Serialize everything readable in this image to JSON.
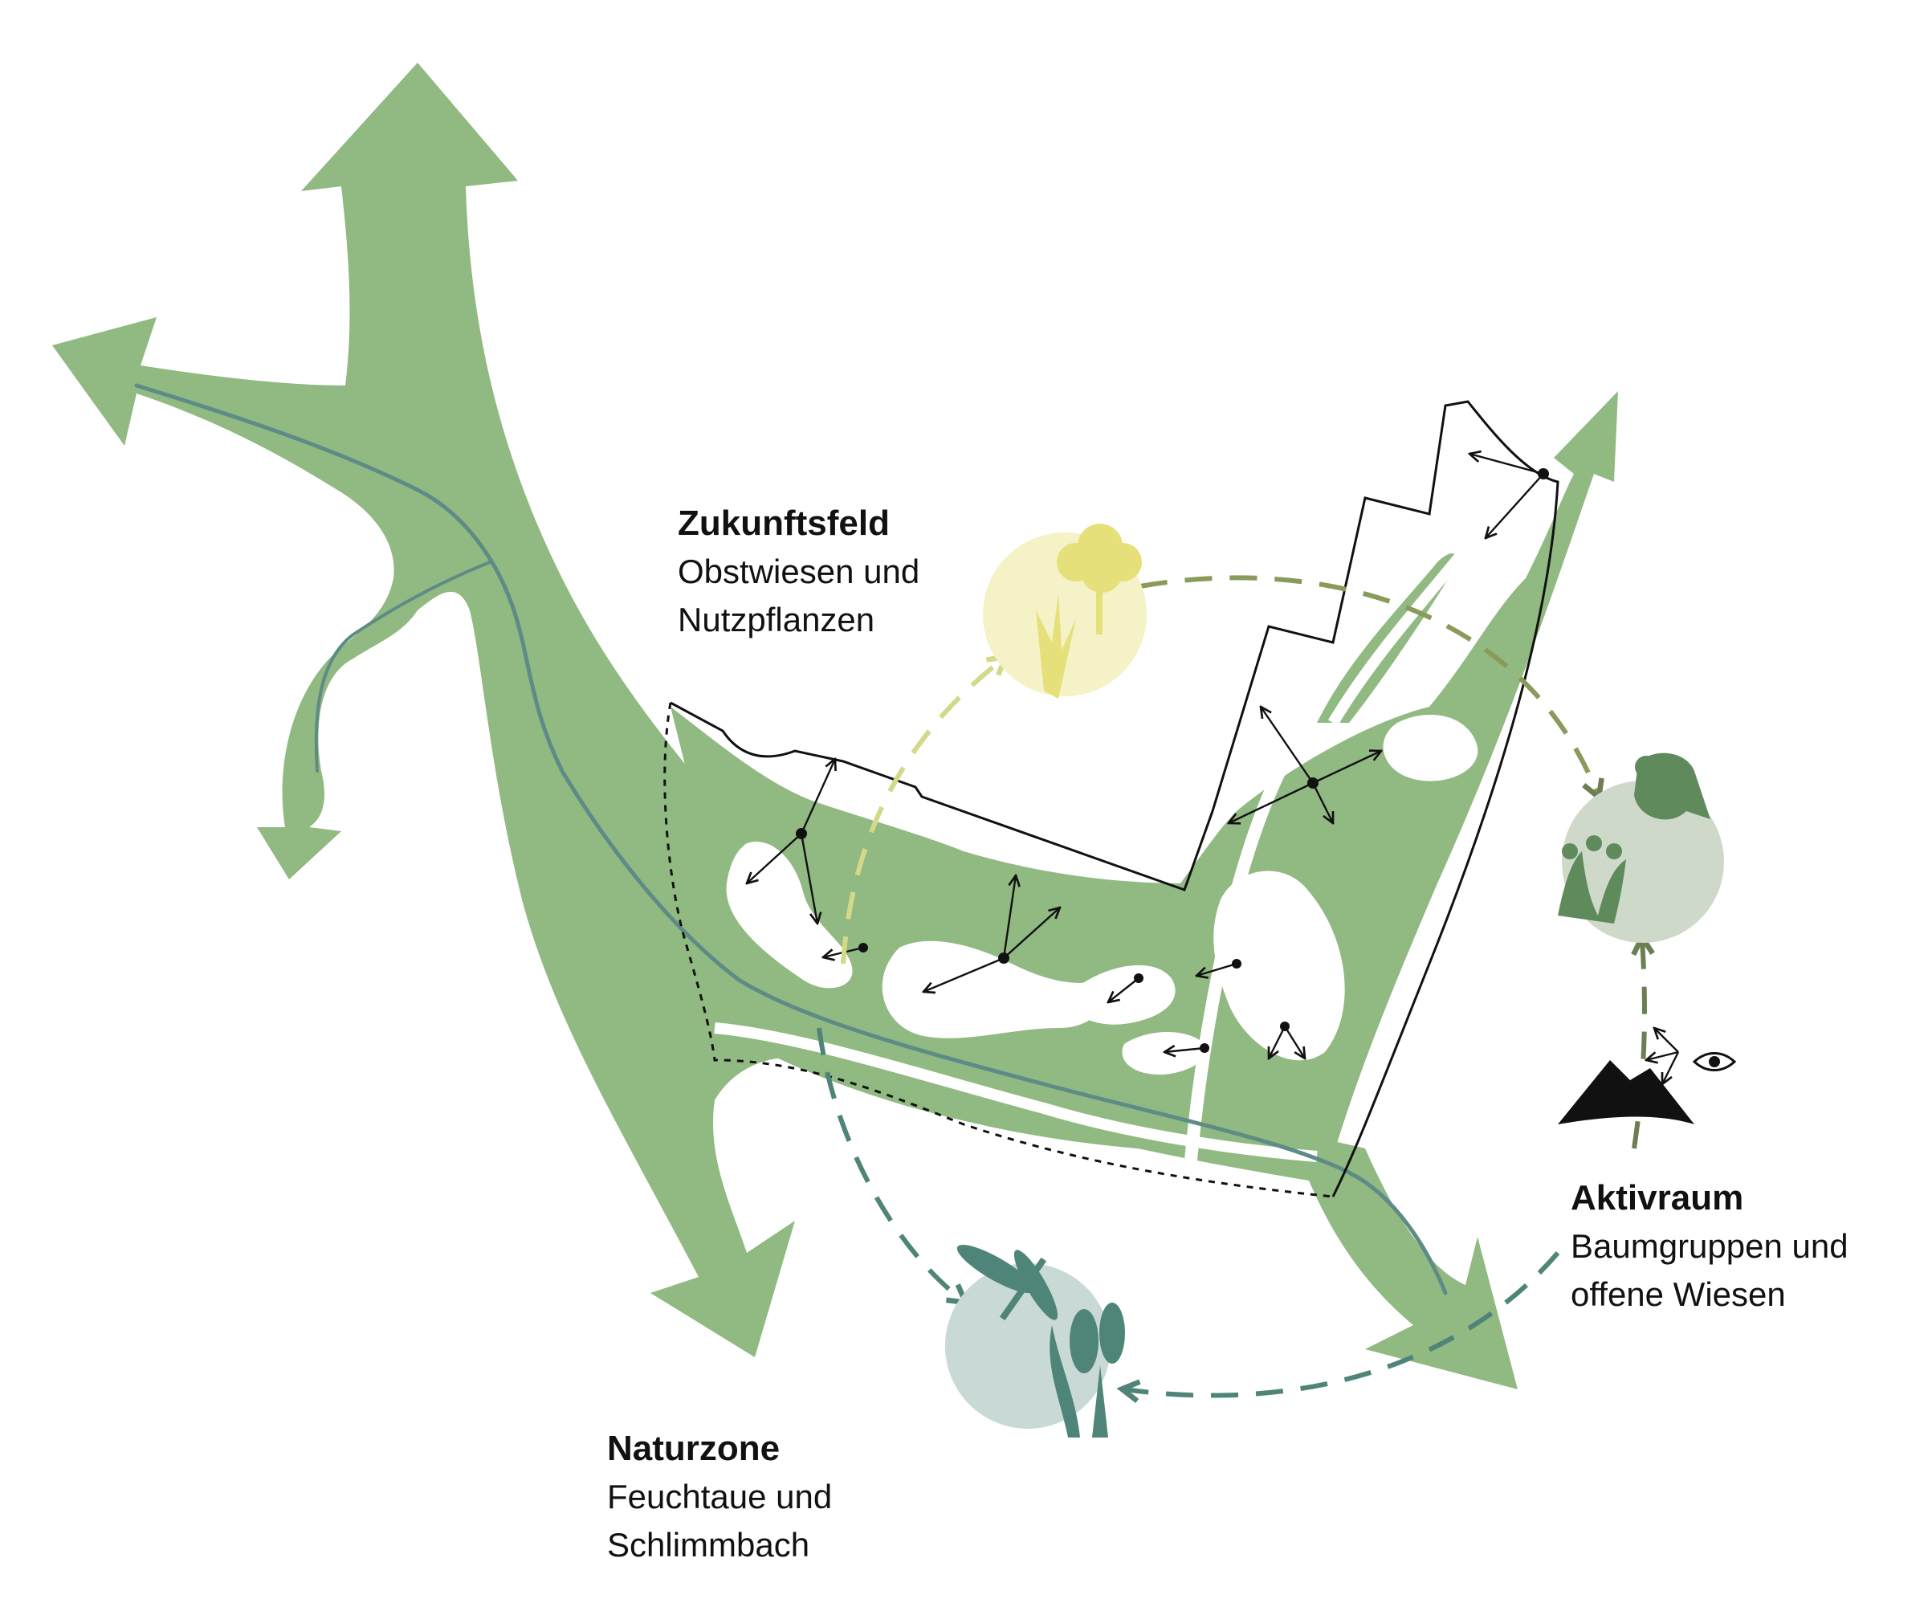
{
  "colors": {
    "green": "#91b982",
    "river": "#5f8b86",
    "outline": "#111111",
    "yellow_accent": "#d4d98a",
    "teal_accent": "#4f8578",
    "olive_dash": "#8a9a5a",
    "bg": "#ffffff"
  },
  "zones": {
    "zukunftsfeld": {
      "title": "Zukunftsfeld",
      "line1": "Obstwiesen und",
      "line2": "Nutzpflanzen",
      "circle_color": "#f4f2c6",
      "icon": "tree-and-plants-icon"
    },
    "naturzone": {
      "title": "Naturzone",
      "line1": "Feuchtaue und",
      "line2": "Schlimmbach",
      "circle_color": "#c9d9d6",
      "icon": "dragonfly-and-reeds-icon"
    },
    "aktivraum": {
      "title": "Aktivraum",
      "line1": "Baumgruppen und",
      "line2": "offene Wiesen",
      "circle_color": "#cfd9c9",
      "icon": "bird-and-shrubs-icon"
    }
  }
}
